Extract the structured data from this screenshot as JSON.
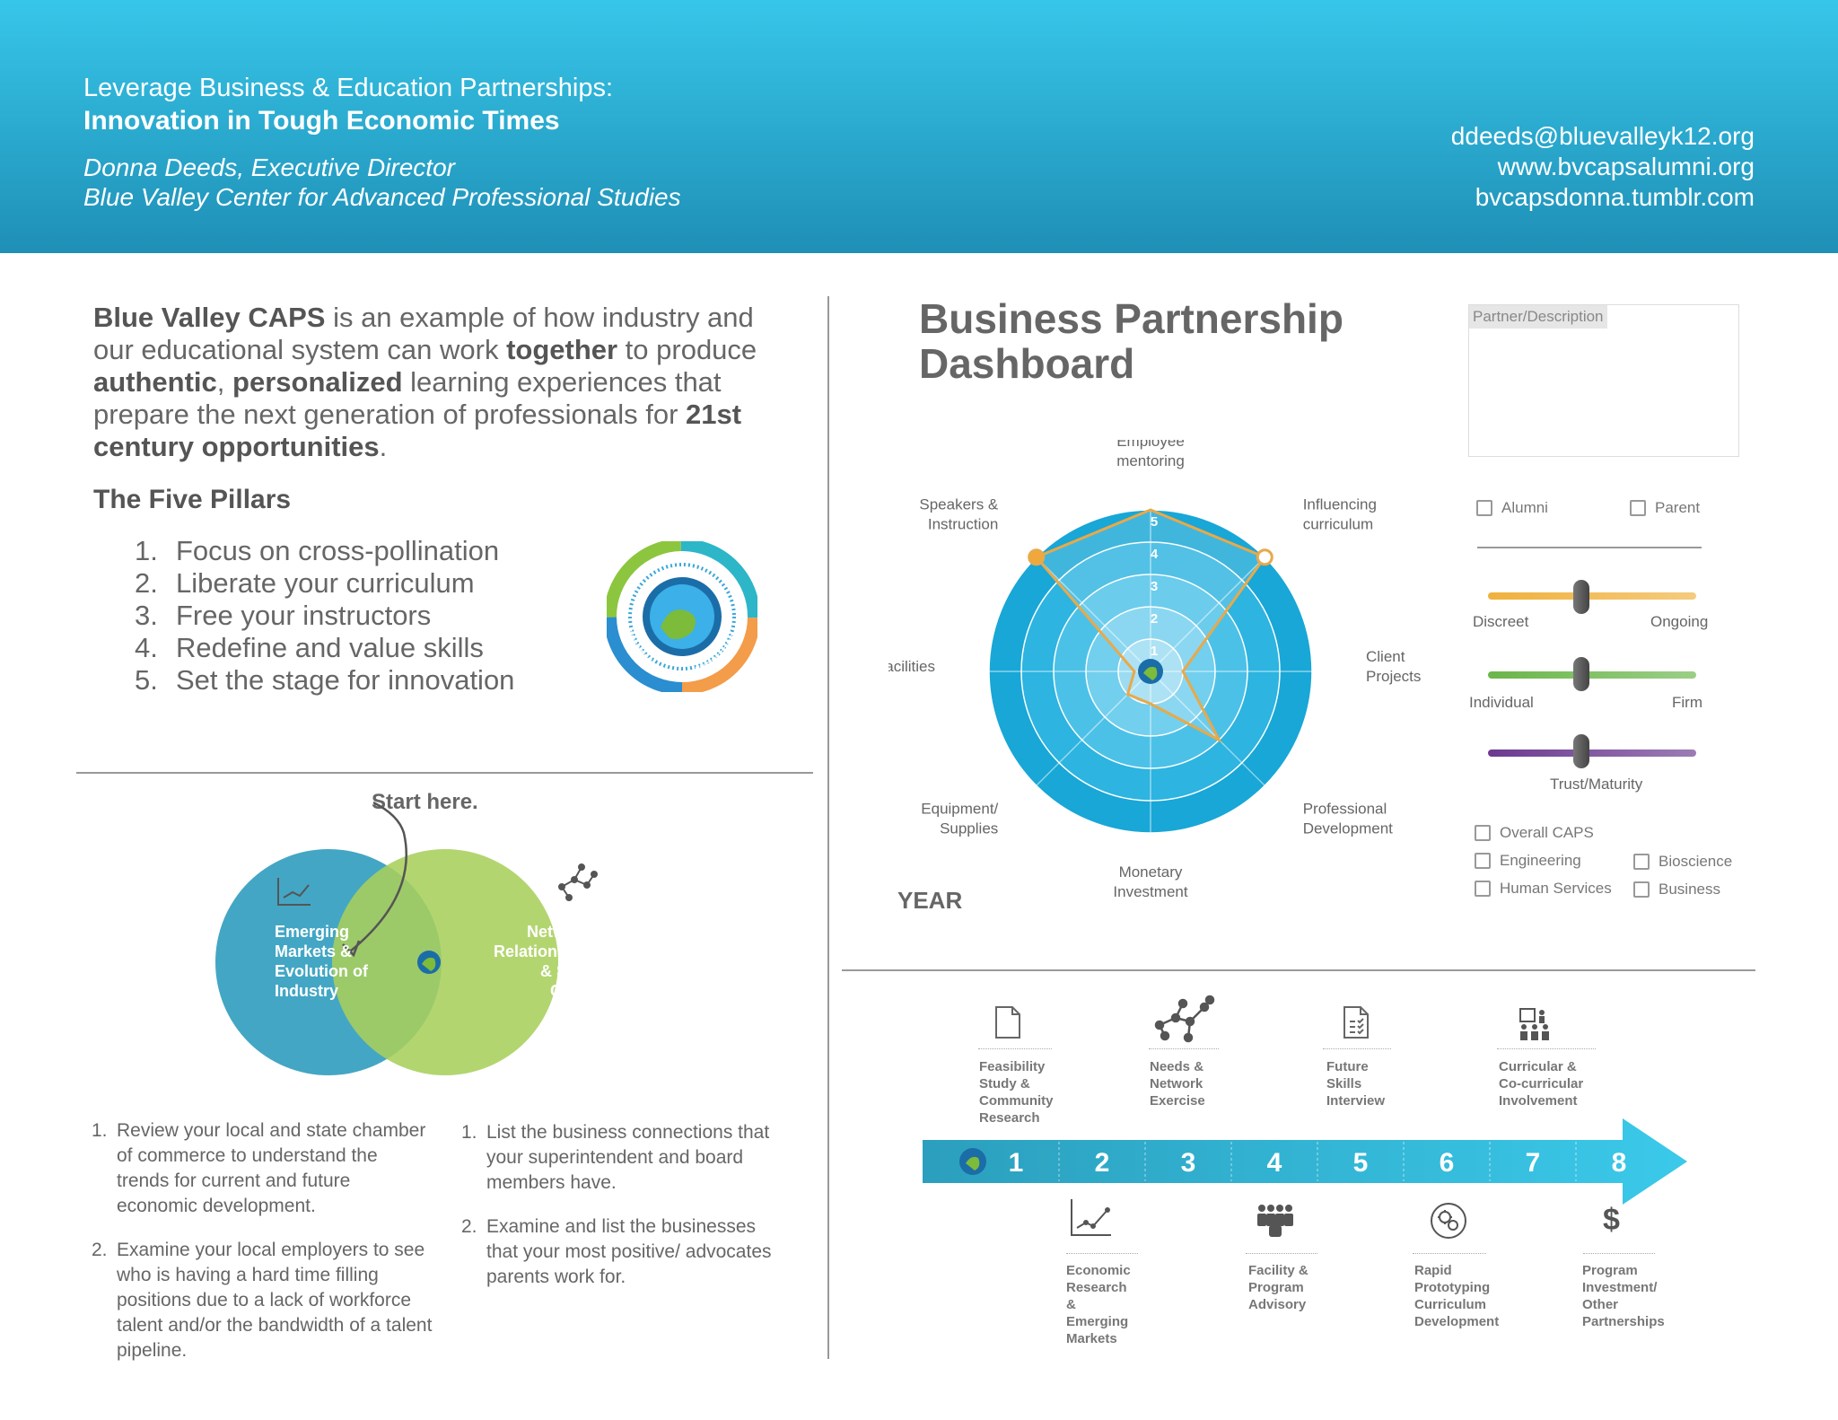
{
  "header": {
    "line1": "Leverage Business & Education Partnerships:",
    "line2": "Innovation in Tough Economic Times",
    "author": "Donna Deeds, Executive Director",
    "org": "Blue Valley Center for Advanced Professional Studies",
    "email": "ddeeds@bluevalleyk12.org",
    "website": "www.bvcapsalumni.org",
    "tumblr": "bvcapsdonna.tumblr.com"
  },
  "intro": {
    "p1": "Blue Valley CAPS",
    "p2": " is an example of how industry and our educational system can work ",
    "p3": "together",
    "p4": " to produce ",
    "p5": "authentic",
    "p6": ", ",
    "p7": "personalized",
    "p8": " learning experiences that prepare the next generation of professionals for ",
    "p9": "21st century opportunities",
    "p10": "."
  },
  "pillars": {
    "title": "The Five Pillars",
    "items": [
      {
        "n": "1.",
        "text": "Focus on cross-pollination"
      },
      {
        "n": "2.",
        "text": "Liberate your curriculum"
      },
      {
        "n": "3.",
        "text": "Free your instructors"
      },
      {
        "n": "4.",
        "text": "Redefine and value skills"
      },
      {
        "n": "5.",
        "text": "Set the stage for innovation"
      }
    ]
  },
  "badge": {
    "bioscience": "BIOSCIENCE",
    "human_services": "HUMAN SERVICES",
    "engineering": "ENGINEERING",
    "business": "BUSINESS"
  },
  "venn": {
    "start": "Start here.",
    "left": [
      "Emerging",
      "Markets &",
      "Evolution of",
      "Industry"
    ],
    "right": [
      "Networks,",
      "Relationships,",
      "& Social",
      "Capital"
    ],
    "colors": {
      "left": "#43a6c4",
      "right": "#a9cf5c"
    }
  },
  "steps_left": [
    {
      "n": "1.",
      "text": "Review your local and state chamber of commerce to understand the trends for current and future economic development."
    },
    {
      "n": "2.",
      "text": "Examine your local employers to see who is having a hard time filling positions due to a lack of workforce talent and/or the bandwidth of a talent pipeline."
    }
  ],
  "steps_right": [
    {
      "n": "1.",
      "text": "List the business connections that your superintendent and board members have."
    },
    {
      "n": "2.",
      "text": "Examine and list the businesses that your most positive/ advocates parents work for."
    }
  ],
  "dashboard": {
    "title1": "Business Partnership",
    "title2": "Dashboard",
    "partner_label": "Partner/Description",
    "year": "YEAR",
    "radar": {
      "axes": [
        {
          "l1": "Employee",
          "l2": "mentoring",
          "value": 5
        },
        {
          "l1": "Influencing",
          "l2": "curriculum",
          "value": 5
        },
        {
          "l1": "Client",
          "l2": "Projects",
          "value": 1
        },
        {
          "l1": "Professional",
          "l2": "Development",
          "value": 3
        },
        {
          "l1": "Monetary",
          "l2": "Investment",
          "value": 1
        },
        {
          "l1": "Equipment/",
          "l2": "Supplies",
          "value": 1
        },
        {
          "l1": "Facilities",
          "l2": "",
          "value": 0.5
        },
        {
          "l1": "Speakers &",
          "l2": "Instruction",
          "value": 5
        }
      ],
      "ring_labels": [
        "1",
        "2",
        "3",
        "4",
        "5"
      ],
      "colors": {
        "outer": "#18a7d6",
        "line": "#e8a94a"
      }
    },
    "checks_top": [
      {
        "label": "Alumni"
      },
      {
        "label": "Parent"
      }
    ],
    "sliders": [
      {
        "left": "Discreet",
        "right": "Ongoing",
        "color": "#f0b13d",
        "value": 0.45
      },
      {
        "left": "Individual",
        "right": "Firm",
        "color": "#6ab64a",
        "value": 0.45
      },
      {
        "center": "Trust/Maturity",
        "color": "#6b3a8f",
        "value": 0.45
      }
    ],
    "checks_bottom": [
      {
        "label": "Overall CAPS"
      },
      {
        "label": "Engineering"
      },
      {
        "label": "Human Services"
      },
      {
        "label": "Bioscience"
      },
      {
        "label": "Business"
      }
    ]
  },
  "timeline": {
    "numbers": [
      "1",
      "2",
      "3",
      "4",
      "5",
      "6",
      "7",
      "8"
    ],
    "top": [
      {
        "text": "Feasibility\nStudy &\nCommunity\nResearch",
        "icon": "document-icon"
      },
      {
        "text": "Needs &\nNetwork\nExercise",
        "icon": "network-icon"
      },
      {
        "text": "Future\nSkills\nInterview",
        "icon": "checklist-icon"
      },
      {
        "text": "Curricular &\nCo-curricular\nInvolvement",
        "icon": "classroom-icon"
      }
    ],
    "bottom": [
      {
        "text": "Economic\nResearch\n&\nEmerging\nMarkets",
        "icon": "chart-icon"
      },
      {
        "text": "Facility &\nProgram\nAdvisory",
        "icon": "group-icon"
      },
      {
        "text": "Rapid\nPrototyping\nCurriculum\nDevelopment",
        "icon": "gears-icon"
      },
      {
        "text": "Program\nInvestment/\nOther\nPartnerships",
        "icon": "dollar-icon"
      }
    ],
    "dollar": "$"
  }
}
